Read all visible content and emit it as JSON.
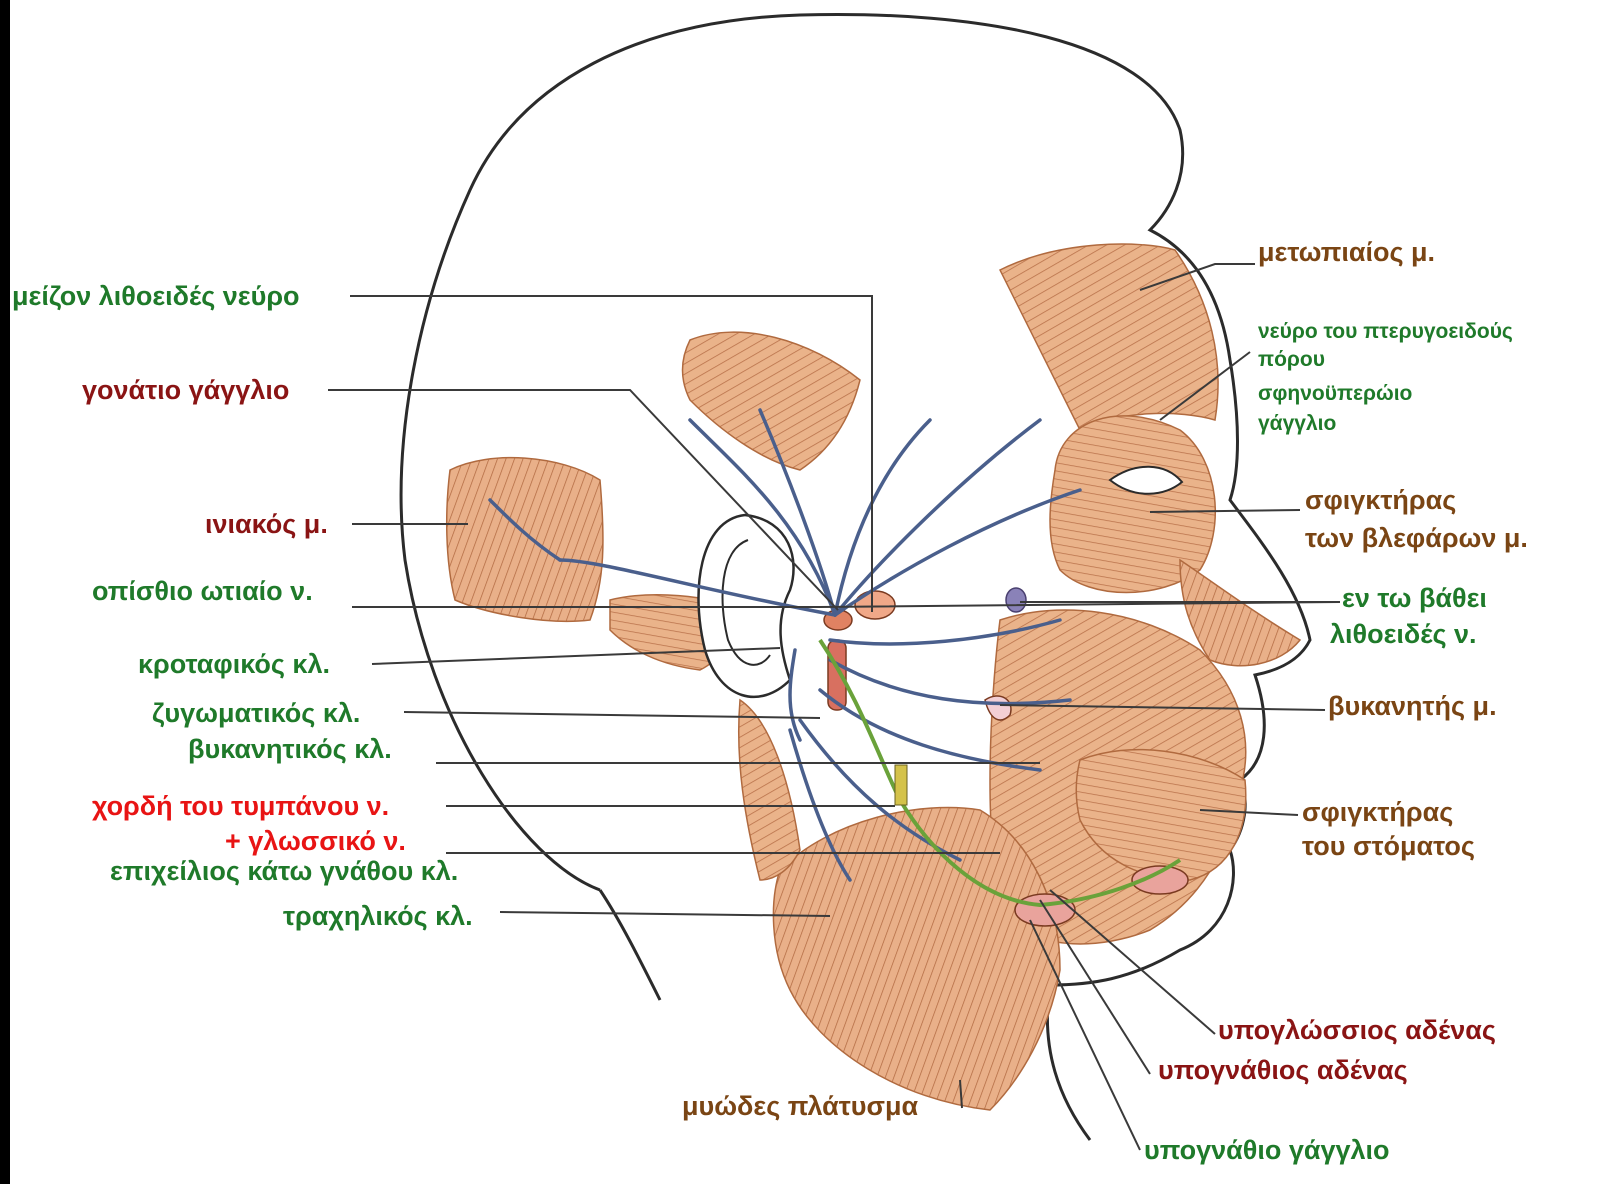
{
  "colors": {
    "green": "#1f7a2a",
    "darkred": "#8a1414",
    "red": "#e81414",
    "brown": "#7a4514",
    "nerve": "#4a5f8c",
    "muscle": "#e8ab80",
    "muscle_line": "#b06a3f",
    "outline": "#2b2b2b",
    "leader": "#3a3a3a"
  },
  "labels": {
    "greater_petrosal_nerve": "μείζον λιθοειδές νεύρο",
    "geniculate_ganglion": "γονάτιο γάγγλιο",
    "occipitalis_muscle": "ινιακός μ.",
    "posterior_auricular_nerve": "οπίσθιο ωτιαίο ν.",
    "temporal_branch": "κροταφικός κλ.",
    "zygomatic_branch": "ζυγωματικός κλ.",
    "buccal_branch": "βυκανητικός κλ.",
    "chorda_tympani": "χορδή του τυμπάνου ν.",
    "lingual_nerve": "+ γλωσσικό ν.",
    "marginal_mandibular_branch": "επιχείλιος κάτω γνάθου κλ.",
    "cervical_branch": "τραχηλικός κλ.",
    "frontalis_muscle": "μετωπιαίος μ.",
    "pterygoid_canal_nerve_1": "νεύρο του πτερυγοειδούς",
    "pterygoid_canal_nerve_2": "πόρου",
    "pterygopalatine_ganglion_1": "σφηνοϋπερώιο",
    "pterygopalatine_ganglion_2": "γάγγλιο",
    "orbicularis_oculi_1": "σφιγκτήρας",
    "orbicularis_oculi_2": "των βλεφάρων μ.",
    "deep_petrosal_1": "εν τω βάθει",
    "deep_petrosal_2": "λιθοειδές ν.",
    "buccinator": "βυκανητής μ.",
    "orbicularis_oris_1": "σφιγκτήρας",
    "orbicularis_oris_2": "του στόματος",
    "sublingual_gland": "υπογλώσσιος αδένας",
    "submandibular_gland": "υπογνάθιος αδένας",
    "platysma": "μυώδες πλάτυσμα",
    "submandibular_ganglion": "υπογνάθιο γάγγλιο"
  }
}
